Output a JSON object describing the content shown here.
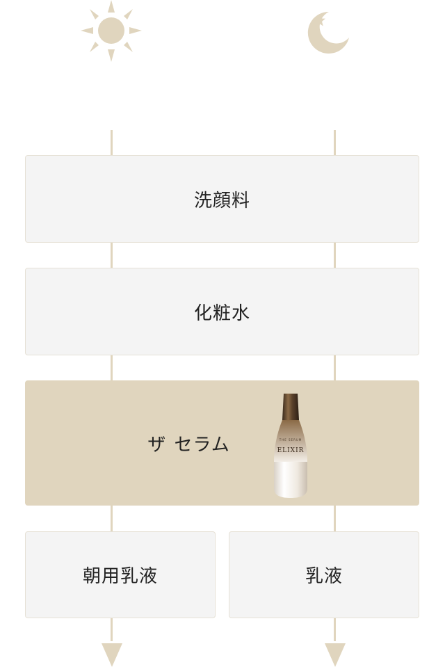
{
  "icons": {
    "morning": "sun-icon",
    "night": "moon-star-icon"
  },
  "colors": {
    "accent": "#e0d5be",
    "box": "#f4f4f4",
    "text": "#222222"
  },
  "steps": [
    {
      "label": "洗顔料"
    },
    {
      "label": "化粧水"
    },
    {
      "label": "ザ セラム",
      "highlighted": true
    }
  ],
  "final_steps": {
    "morning": "朝用乳液",
    "night": "乳液"
  },
  "product": {
    "brand": "ELIXIR",
    "subtitle": "THE SERUM"
  }
}
